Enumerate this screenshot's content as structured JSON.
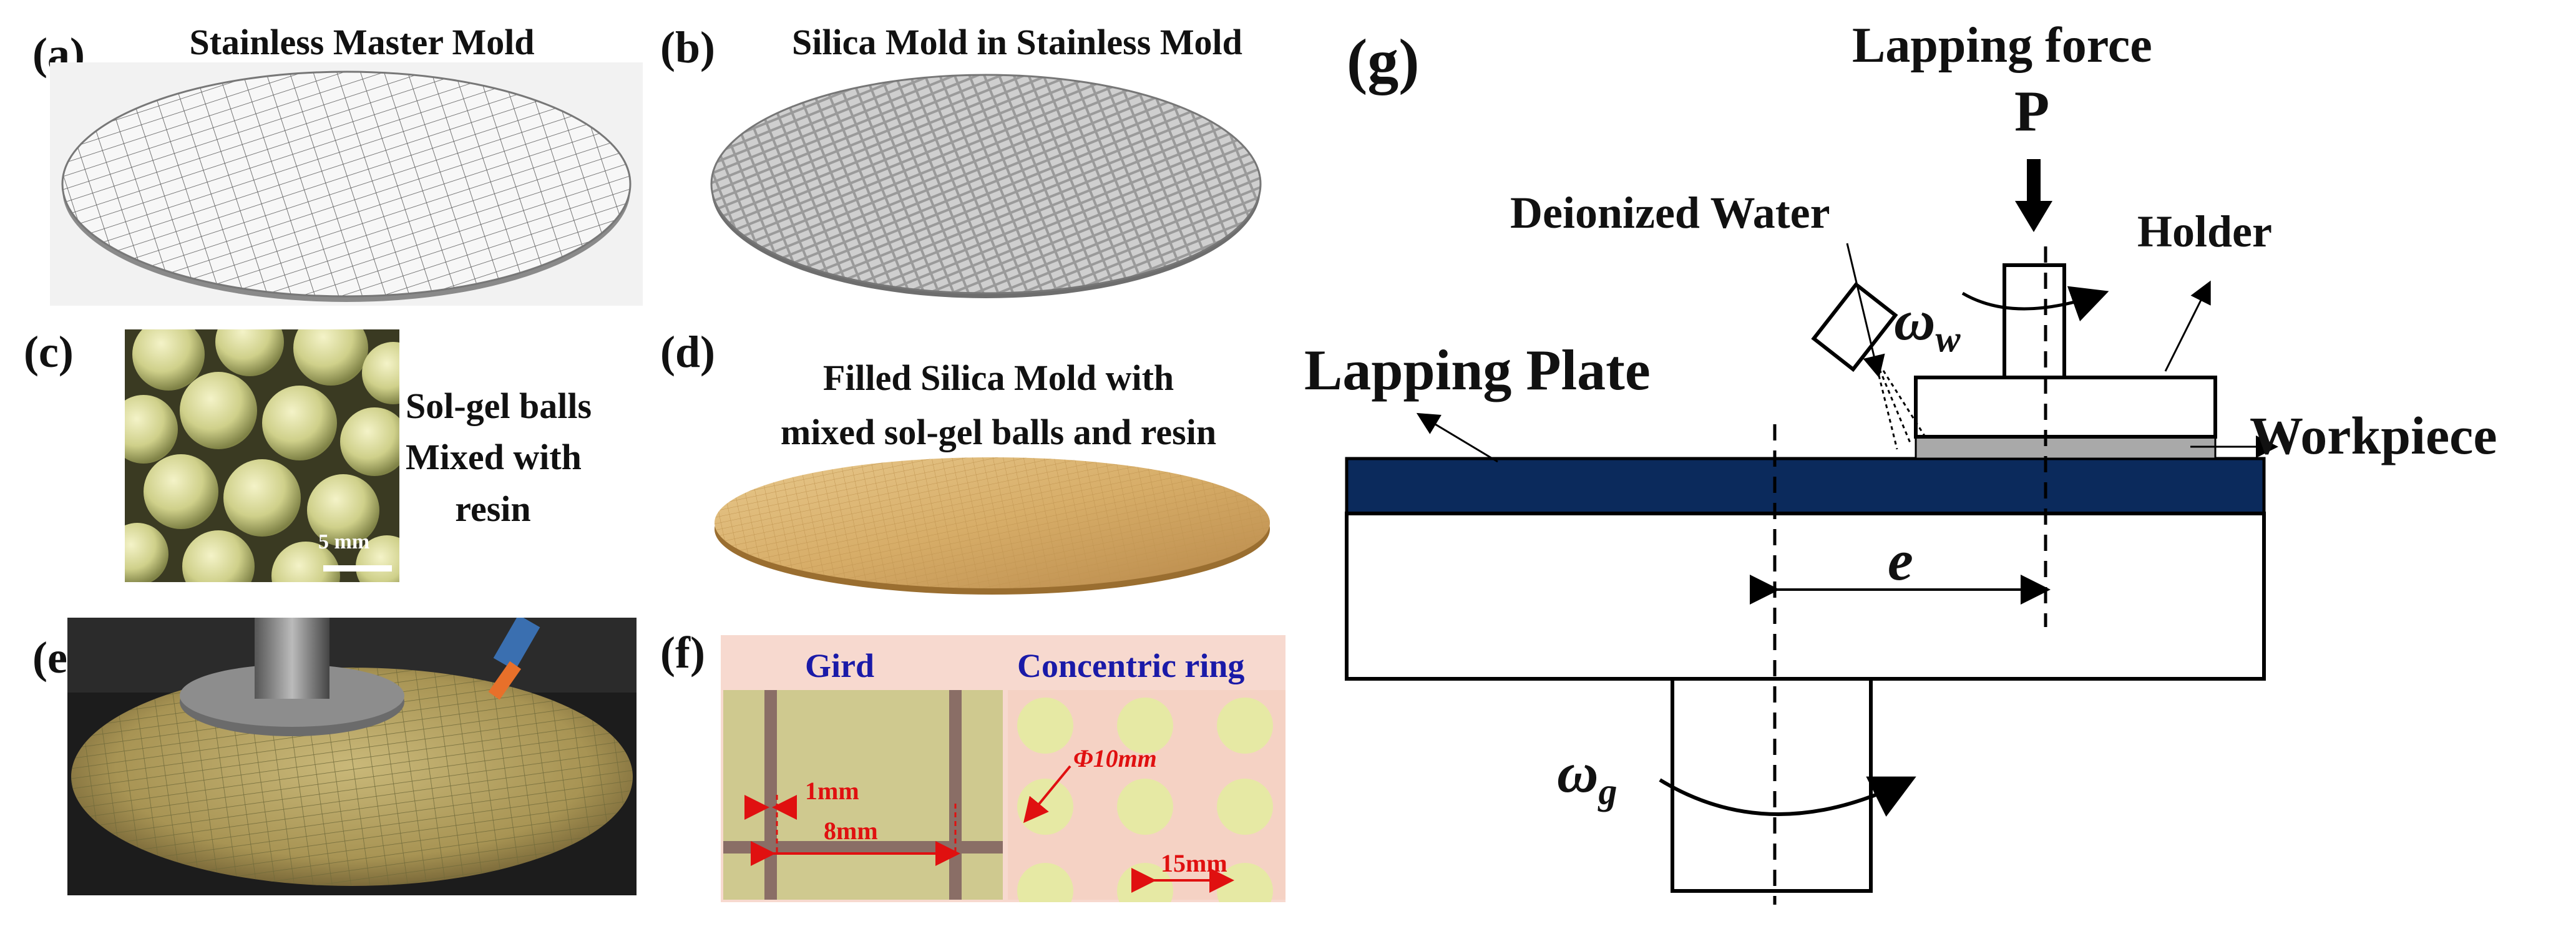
{
  "panels": {
    "a": {
      "label": "(a)",
      "title": "Stainless Master Mold"
    },
    "b": {
      "label": "(b)",
      "title": "Silica Mold in Stainless Mold"
    },
    "c": {
      "label": "(c)",
      "caption_lines": [
        "Sol-gel balls",
        "Mixed with",
        "resin"
      ],
      "scale": "5 mm"
    },
    "d": {
      "label": "(d)",
      "title_lines": [
        "Filled Silica Mold with",
        "mixed sol-gel balls and resin"
      ]
    },
    "e": {
      "label": "(e)"
    },
    "f": {
      "label": "(f)",
      "left_title": "Gird",
      "right_title": "Concentric ring",
      "dim_small": "1mm",
      "dim_large": "8mm",
      "dim_diameter": "Φ10mm",
      "dim_pitch": "15mm"
    },
    "g": {
      "label": "(g)",
      "lapping_force": "Lapping force",
      "force_symbol": "P",
      "deionized_water": "Deionized Water",
      "holder": "Holder",
      "lapping_plate": "Lapping Plate",
      "workpiece": "Workpiece",
      "omega": "ω",
      "sub_w": "w",
      "sub_g": "g",
      "eccentricity": "e"
    }
  },
  "colors": {
    "lapping_plate": "#0b2a5c",
    "workpiece": "#a9a9a9",
    "grid_bg": "#f4ead0",
    "title_blue": "#1a1aa8",
    "dim_red": "#e01010"
  }
}
